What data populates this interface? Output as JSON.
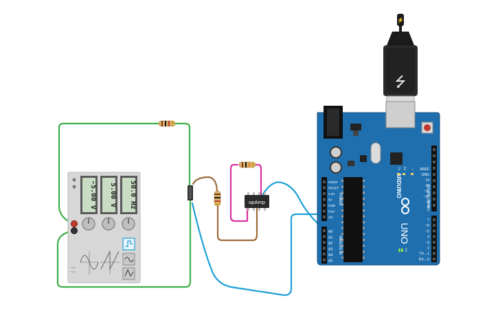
{
  "function_generator": {
    "offset_value": "-5.00 V",
    "amplitude_value": "5.00 V",
    "frequency_value": "50.0 Hz",
    "waveforms": [
      "square-wave",
      "sine-wave",
      "triangle-wave",
      "sawtooth-wave"
    ]
  },
  "opamp": {
    "label": "opAmp"
  },
  "arduino": {
    "brand": "ARDUINO",
    "model": "UNO",
    "power_header_title": "POWER",
    "analog_header_title": "ANALOG IN",
    "digital_header_title": "DIGITAL (PWM~)",
    "power_pins": [
      "IOREF",
      "RESET",
      "3.3V",
      "5V",
      "GND",
      "Gnd",
      "Vin"
    ],
    "analog_pins": [
      "A0",
      "A1",
      "A2",
      "A3",
      "A4",
      "A5"
    ],
    "digital_pins_top": [
      "AREF",
      "GND",
      "13",
      "12",
      "~11",
      "~10",
      "~9",
      "8"
    ],
    "digital_pins_bottom": [
      "7",
      "~6",
      "~5",
      "4",
      "~3",
      "2",
      "TX→1",
      "RX←0"
    ],
    "leds": [
      "TX",
      "RX",
      "L",
      "ON"
    ]
  },
  "colors": {
    "wire_green": "#3fae49",
    "wire_blue": "#1da0d6",
    "wire_magenta": "#d6319f",
    "wire_brown": "#9b6b3a",
    "board": "#1f6fae",
    "generator_body": "#d7d7d7"
  }
}
